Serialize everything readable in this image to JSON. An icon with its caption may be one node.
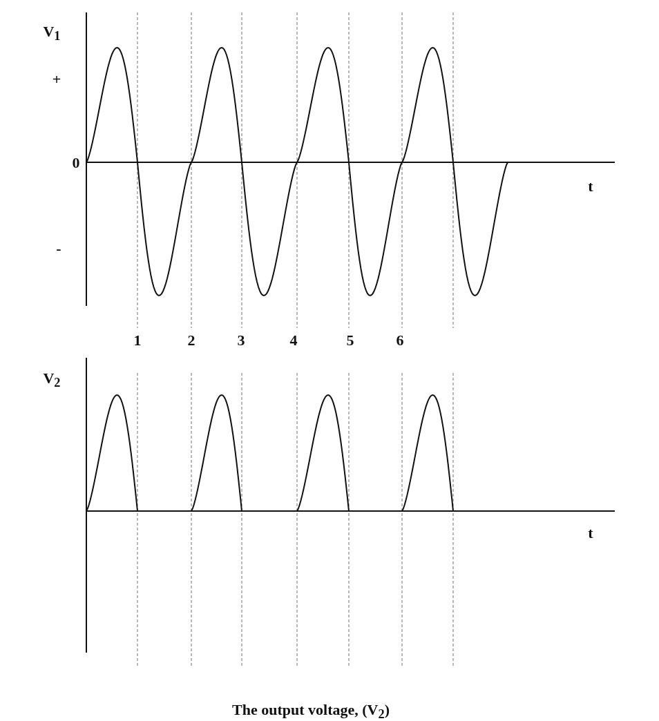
{
  "diagram": {
    "caption": "The output voltage, (V$_{2}$)",
    "labels": [
      "V$_{1}$",
      "+",
      "0",
      "t",
      "-",
      "1",
      "2",
      "3",
      "4",
      "5",
      "6",
      "V$_{2}$",
      "t"
    ]
  }
}
